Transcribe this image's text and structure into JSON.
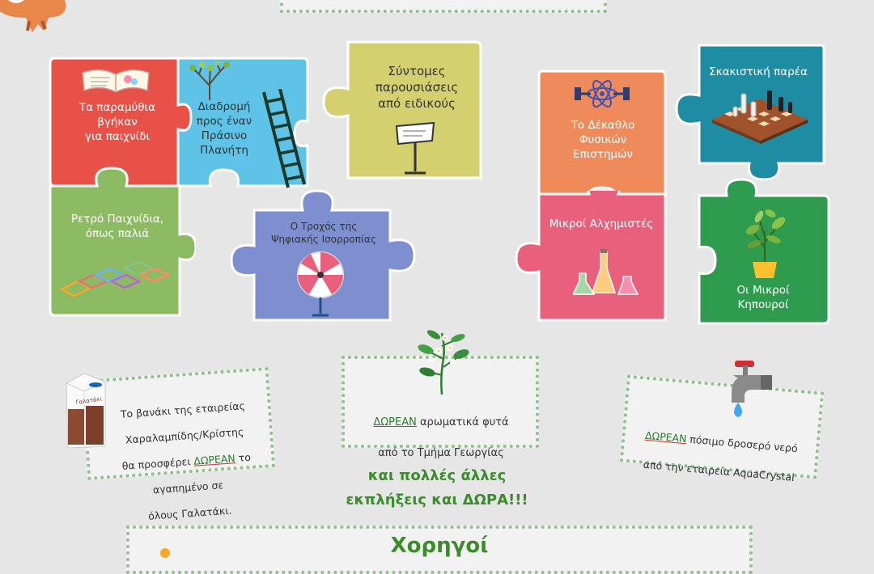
{
  "pieces": {
    "fairytales": {
      "label": "Τα παραμύθια\nβγήκαν\nγια παιχνίδι",
      "color": "#e85148"
    },
    "planet": {
      "label": "Διαδρομή\nπρος έναν\nΠράσινο\nΠλανήτη",
      "color": "#5ec3e6"
    },
    "presentations": {
      "label": "Σύντομες\nπαρουσιάσεις\nαπό ειδικούς",
      "color": "#d4cf6f"
    },
    "retro": {
      "label": "Ρετρό Παιχνίδια,\nόπως παλιά",
      "color": "#8dbb63"
    },
    "wheel": {
      "label": "Ο Τροχός της\nΨηφιακής Ισορροπίας",
      "color": "#7d8fce"
    },
    "decathlon": {
      "label": "Το Δέκαθλο\nΦυσικών\nΕπιστημών",
      "color": "#ef8a5b"
    },
    "alchemists": {
      "label": "Μικροί Αλχημιστές",
      "color": "#e8607c"
    },
    "chess": {
      "label": "Σκακιστική παρέα",
      "color": "#1e8da3"
    },
    "gardeners": {
      "label": "Οι Μικροί\nΚηπουροί",
      "color": "#2f9b4e"
    }
  },
  "cards": {
    "milk": {
      "line1": "Το βανάκι της εταιρείας",
      "line2": "Χαραλαμπίδης/Κρίστης",
      "line3a": "θα προσφέρει ",
      "free": "ΔΩΡΕΑΝ",
      "line3b": " το",
      "line4": "αγαπημένο σε",
      "line5": "όλους Γαλατάκι."
    },
    "plants": {
      "free": "ΔΩΡΕΑΝ",
      "line1": " αρωματικά φυτά",
      "line2": "από το Τμήμα Γεωργίας"
    },
    "water": {
      "free": "ΔΩΡΕΑΝ",
      "line1": " πόσιμο δροσερό νερό",
      "line2": "από την εταιρεία AquaCrystal"
    }
  },
  "surprise": {
    "line1": "και πολλές άλλες",
    "line2": "εκπλήξεις και ΔΩΡΑ!!!"
  },
  "sponsors": {
    "title": "Χορηγοί"
  },
  "colors": {
    "background": "#e6e6e6",
    "card_border": "#8fc18a",
    "accent_green": "#3b8c2a",
    "free_underline": "#d32f2f"
  },
  "icons": [
    "fox-icon",
    "book-icon",
    "tree-icon",
    "ladder-icon",
    "lectern-icon",
    "hopscotch-icon",
    "wheel-icon",
    "atom-icon",
    "flasks-icon",
    "chessboard-icon",
    "potted-plant-icon",
    "milk-carton-icon",
    "flower-branch-icon",
    "water-tap-icon"
  ]
}
